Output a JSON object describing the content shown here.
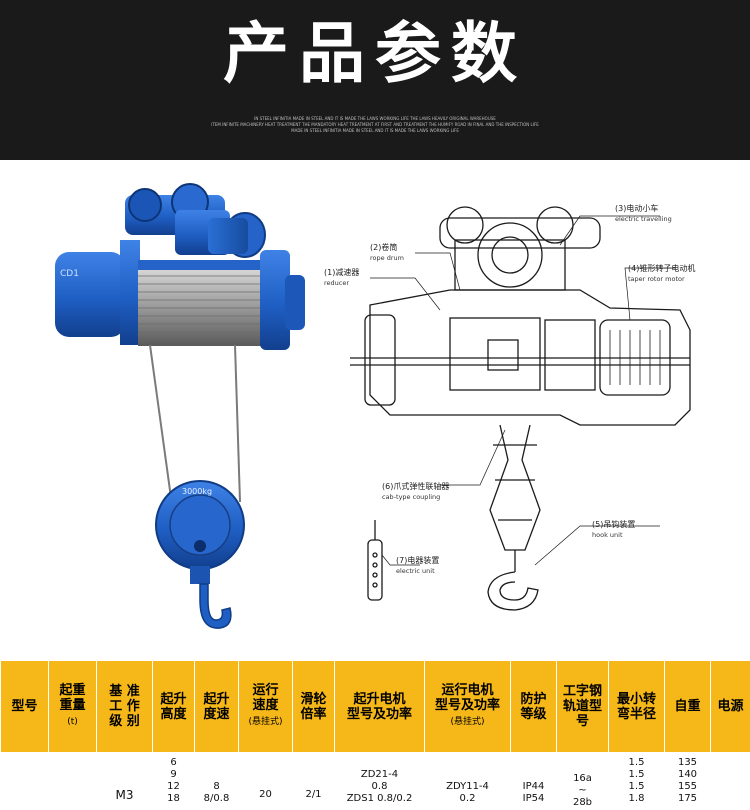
{
  "banner": {
    "title": "产品参数",
    "subtitle_lines": [
      "IN STEEL INFINITIA MADE IN STEEL AND IT IS MADE THE LAWS WORKING LIFE THE LAWS HEAVILY ORIGINAL WAREHOUSE",
      "ITEM INFINITE MACHINERY HEAT TREATMENT THE MANDATORY HEAT TREATMENT AT FIRST AND TREATMENT THE HUMIFY ROAD IN FINAL AND THE INSPECTION LIFE",
      "MADE IN STEEL INFINITIA MADE IN STEEL AND IT IS MADE THE LAWS WORKING LIFE"
    ]
  },
  "schematic": {
    "callouts": [
      {
        "cn": "(3)电动小车",
        "en": "electric travelling"
      },
      {
        "cn": "(2)卷筒",
        "en": "rope drum"
      },
      {
        "cn": "(1)减速器",
        "en": "reducer"
      },
      {
        "cn": "(4)锥形转子电动机",
        "en": "taper rotor motor"
      },
      {
        "cn": "(6)爪式弹性联轴器",
        "en": "cab-type coupling"
      },
      {
        "cn": "(5)吊钩装置",
        "en": "hook unit"
      },
      {
        "cn": "(7)电器装置",
        "en": "electric unit"
      }
    ]
  },
  "product_photo": {
    "hook_plate_label": "3000kg",
    "side_plate_label": "CD1"
  },
  "spec_table": {
    "headers": [
      {
        "label": "型号",
        "unit": ""
      },
      {
        "label": "起重\n重量",
        "unit": "(t)"
      },
      {
        "label": "基 准\n工 作\n级 别",
        "unit": ""
      },
      {
        "label": "起升\n高度",
        "unit": ""
      },
      {
        "label": "起升\n度速",
        "unit": ""
      },
      {
        "label": "运行\n速度",
        "unit": "(悬挂式)"
      },
      {
        "label": "滑轮\n倍率",
        "unit": ""
      },
      {
        "label": "起升电机\n型号及功率",
        "unit": ""
      },
      {
        "label": "运行电机\n型号及功率",
        "unit": "(悬挂式)"
      },
      {
        "label": "防护\n等级",
        "unit": ""
      },
      {
        "label": "工字钢\n轨道型\n号",
        "unit": ""
      },
      {
        "label": "最小转\n弯半径",
        "unit": ""
      },
      {
        "label": "自重",
        "unit": ""
      },
      {
        "label": "电源",
        "unit": ""
      }
    ],
    "row": {
      "model": "",
      "load": "",
      "duty": "M3",
      "lift_height": "6\n9\n12\n18",
      "lift_speed": "8\n8/0.8",
      "travel_speed": "20",
      "reeving": "2/1",
      "lift_motor": "ZD21-4\n0.8\nZDS1 0.8/0.2",
      "travel_motor": "ZDY11-4\n0.2",
      "protection": "IP44\nIP54",
      "rail": "16a\n~\n28b",
      "radius": "1.5\n1.5\n1.5\n1.8",
      "weight": "135\n140\n155\n175",
      "power": ""
    }
  },
  "colors": {
    "header_bg": "#1a1a1a",
    "table_header": "#f6b718",
    "hoist_blue": "#1f5fc4"
  }
}
